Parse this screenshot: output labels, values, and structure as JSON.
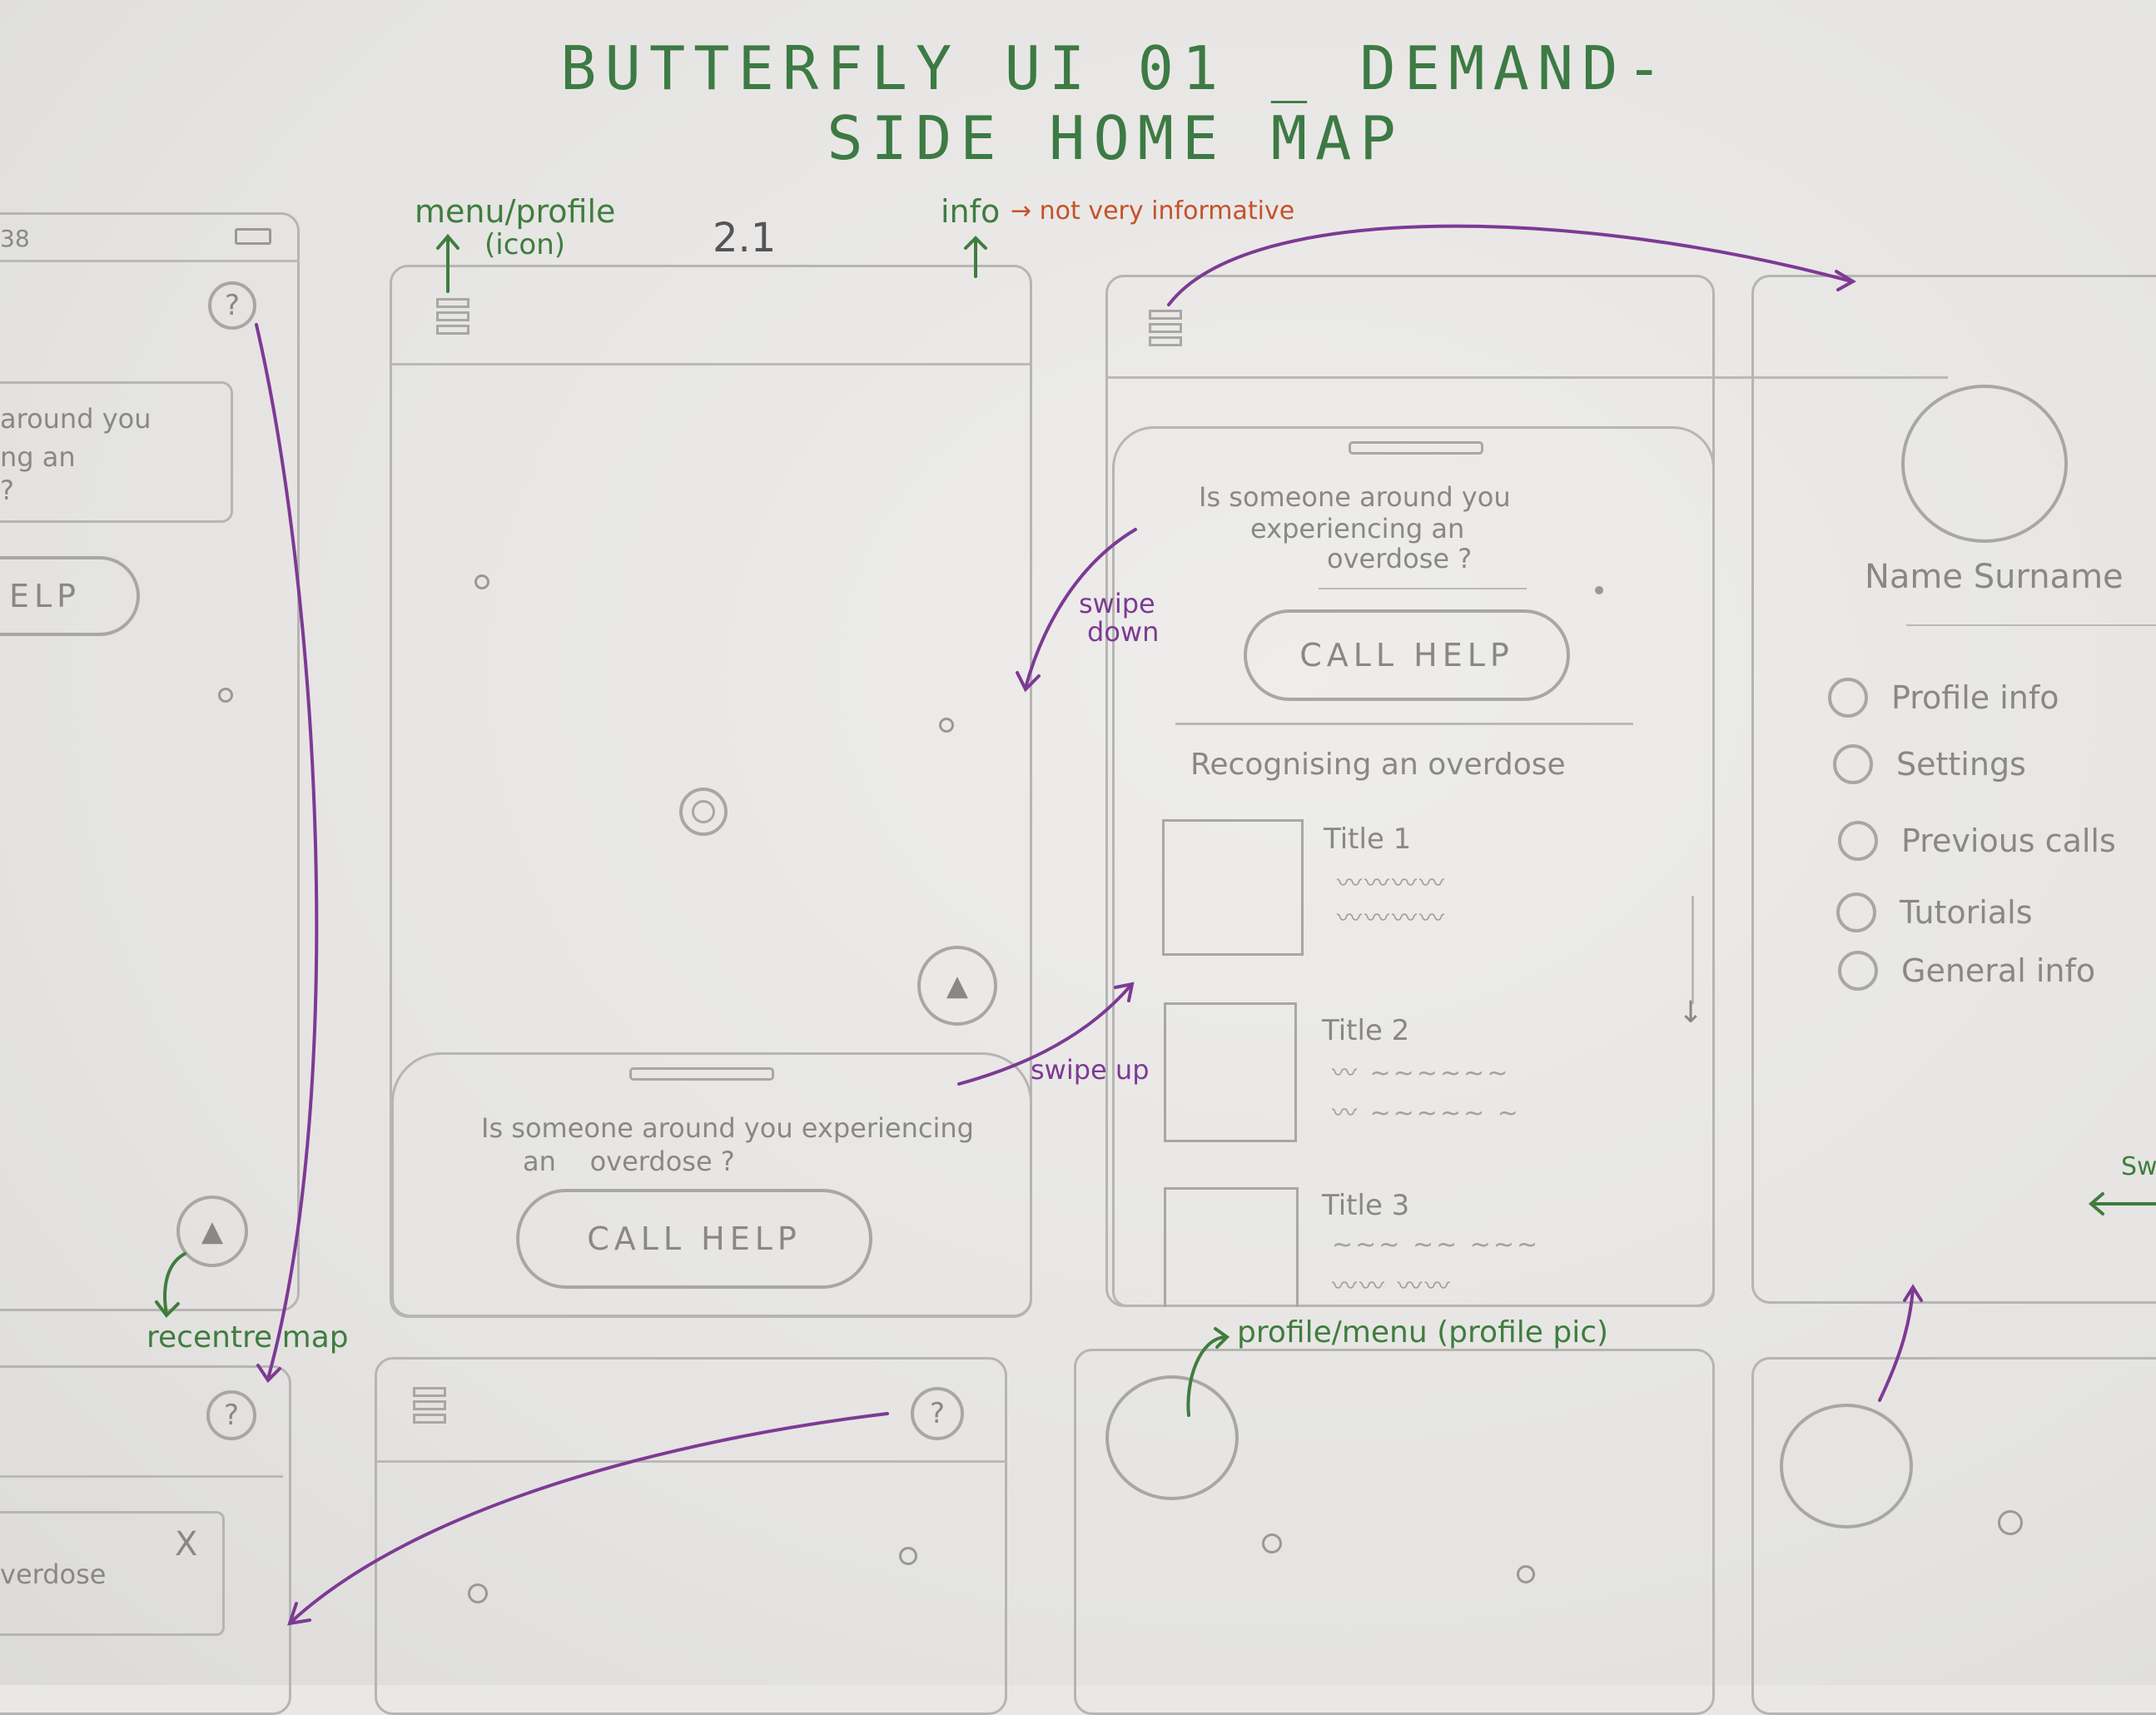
{
  "title": "BUTTERFLY UI 01 _ DEMAND-SIDE HOME MAP",
  "screen_label": "2.1",
  "annotations": {
    "menu_profile": "menu/profile",
    "menu_profile_sub": "(icon)",
    "info": "info",
    "not_informative": "→ not very informative",
    "swipe_down": "swipe",
    "swipe_down_2": "down",
    "swipe_up": "swipe up",
    "recentre_map": "recentre map",
    "profile_menu_pic": "profile/menu (profile pic)",
    "sw_partial": "Sw"
  },
  "left_partial_screen": {
    "status_time": "38",
    "help_icon": "?",
    "card_line1": "around you",
    "card_line2": "ng an",
    "card_line3": "?",
    "button": "ELP",
    "bottom_text": "verdose",
    "close": "X",
    "help_icon_2": "?"
  },
  "screen_2_1": {
    "prompt": "Is someone around you experiencing",
    "prompt_2": "an    overdose ?",
    "button": "CALL HELP"
  },
  "screen_expanded": {
    "prompt_1": "Is someone around you",
    "prompt_2": "experiencing an",
    "prompt_3": "overdose ?",
    "button": "CALL HELP",
    "section_title": "Recognising an overdose",
    "items": [
      {
        "title": "Title 1"
      },
      {
        "title": "Title 2"
      },
      {
        "title": "Title 3"
      }
    ]
  },
  "side_menu": {
    "name": "Name Surname",
    "items": [
      {
        "label": "Profile info"
      },
      {
        "label": "Settings"
      },
      {
        "label": "Previous calls"
      },
      {
        "label": "Tutorials"
      },
      {
        "label": "General info"
      }
    ]
  },
  "bottom_row": {
    "help_icon": "?"
  },
  "colors": {
    "green": "#3f7d3f",
    "orange": "#c4522a",
    "purple": "#7d3a94",
    "pencil": "#a9a7a4"
  }
}
